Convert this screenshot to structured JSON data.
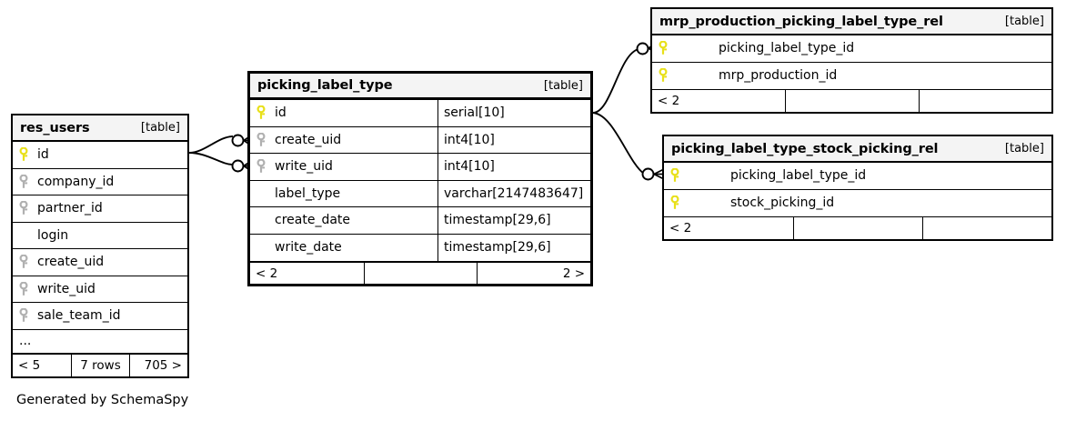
{
  "diagram": {
    "caption": "Generated by SchemaSpy",
    "table_tag": "[table]",
    "ellipsis": "...",
    "colors": {
      "primary_key": "#e8e019",
      "foreign_key": "#b0b0b0",
      "header_bg": "#f4f4f4",
      "border": "#000000",
      "background": "#ffffff"
    }
  },
  "tables": {
    "res_users": {
      "name": "res_users",
      "tag": "[table]",
      "columns": [
        {
          "key": "primary",
          "name": "id",
          "type": ""
        },
        {
          "key": "foreign",
          "name": "company_id",
          "type": ""
        },
        {
          "key": "foreign",
          "name": "partner_id",
          "type": ""
        },
        {
          "key": "none",
          "name": "login",
          "type": ""
        },
        {
          "key": "foreign",
          "name": "create_uid",
          "type": ""
        },
        {
          "key": "foreign",
          "name": "write_uid",
          "type": ""
        },
        {
          "key": "foreign",
          "name": "sale_team_id",
          "type": ""
        }
      ],
      "has_ellipsis": true,
      "ellipsis": "...",
      "footer": {
        "left": "< 5",
        "center": "7 rows",
        "right": "705 >"
      }
    },
    "picking_label_type": {
      "name": "picking_label_type",
      "tag": "[table]",
      "columns": [
        {
          "key": "primary",
          "name": "id",
          "type": "serial[10]"
        },
        {
          "key": "foreign",
          "name": "create_uid",
          "type": "int4[10]"
        },
        {
          "key": "foreign",
          "name": "write_uid",
          "type": "int4[10]"
        },
        {
          "key": "none",
          "name": "label_type",
          "type": "varchar[2147483647]"
        },
        {
          "key": "none",
          "name": "create_date",
          "type": "timestamp[29,6]"
        },
        {
          "key": "none",
          "name": "write_date",
          "type": "timestamp[29,6]"
        }
      ],
      "has_ellipsis": false,
      "footer": {
        "left": "< 2",
        "center": "",
        "right": "2 >"
      }
    },
    "mrp_production_picking_label_type_rel": {
      "name": "mrp_production_picking_label_type_rel",
      "tag": "[table]",
      "columns": [
        {
          "key": "primary",
          "name": "picking_label_type_id",
          "type": ""
        },
        {
          "key": "primary",
          "name": "mrp_production_id",
          "type": ""
        }
      ],
      "has_ellipsis": false,
      "footer": {
        "left": "< 2",
        "center": "",
        "right": ""
      }
    },
    "picking_label_type_stock_picking_rel": {
      "name": "picking_label_type_stock_picking_rel",
      "tag": "[table]",
      "columns": [
        {
          "key": "primary",
          "name": "picking_label_type_id",
          "type": ""
        },
        {
          "key": "primary",
          "name": "stock_picking_id",
          "type": ""
        }
      ],
      "has_ellipsis": false,
      "footer": {
        "left": "< 2",
        "center": "",
        "right": ""
      }
    }
  },
  "relationships": [
    {
      "name": "res_users-id-to-picking_label_type-create_uid",
      "from_table": "res_users",
      "from_column": "id",
      "to_table": "picking_label_type",
      "to_column": "create_uid",
      "cardinality": "zero-or-many"
    },
    {
      "name": "res_users-id-to-picking_label_type-write_uid",
      "from_table": "res_users",
      "from_column": "id",
      "to_table": "picking_label_type",
      "to_column": "write_uid",
      "cardinality": "zero-or-many"
    },
    {
      "name": "picking_label_type-id-to-mrp_production_rel",
      "from_table": "picking_label_type",
      "from_column": "id",
      "to_table": "mrp_production_picking_label_type_rel",
      "to_column": "picking_label_type_id",
      "cardinality": "zero-or-many"
    },
    {
      "name": "picking_label_type-id-to-stock_picking_rel",
      "from_table": "picking_label_type",
      "from_column": "id",
      "to_table": "picking_label_type_stock_picking_rel",
      "to_column": "picking_label_type_id",
      "cardinality": "zero-or-many"
    }
  ]
}
